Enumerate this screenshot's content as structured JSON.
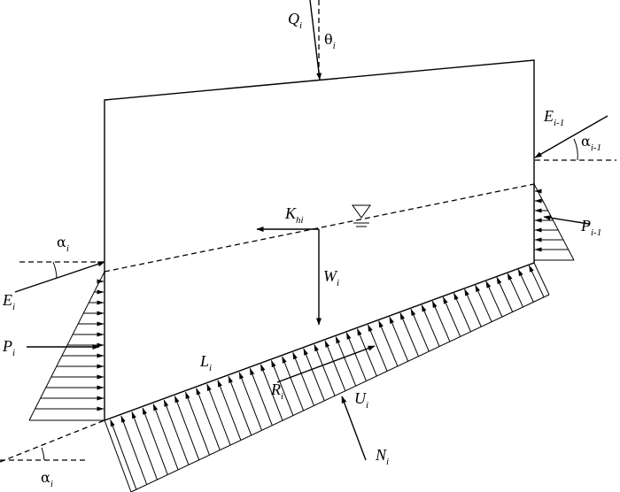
{
  "labels": {
    "Q": {
      "main": "Q",
      "sub": "i"
    },
    "theta": {
      "main": "θ",
      "sub": "i"
    },
    "E_right": {
      "main": "E",
      "sub": "i-1"
    },
    "alpha_right": {
      "main": "α",
      "sub": "i-1"
    },
    "P_right": {
      "main": "P",
      "sub": "i-1"
    },
    "K": {
      "main": "K",
      "sub": "hi"
    },
    "W": {
      "main": "W",
      "sub": "i"
    },
    "alpha_left": {
      "main": "α",
      "sub": "i"
    },
    "E_left": {
      "main": "E",
      "sub": "i"
    },
    "P_left": {
      "main": "P",
      "sub": "i"
    },
    "L": {
      "main": "L",
      "sub": "i"
    },
    "R": {
      "main": "R",
      "sub": "i"
    },
    "U": {
      "main": "U",
      "sub": "i"
    },
    "N": {
      "main": "N",
      "sub": "i"
    },
    "alpha_bottom": {
      "main": "α",
      "sub": "i"
    }
  }
}
